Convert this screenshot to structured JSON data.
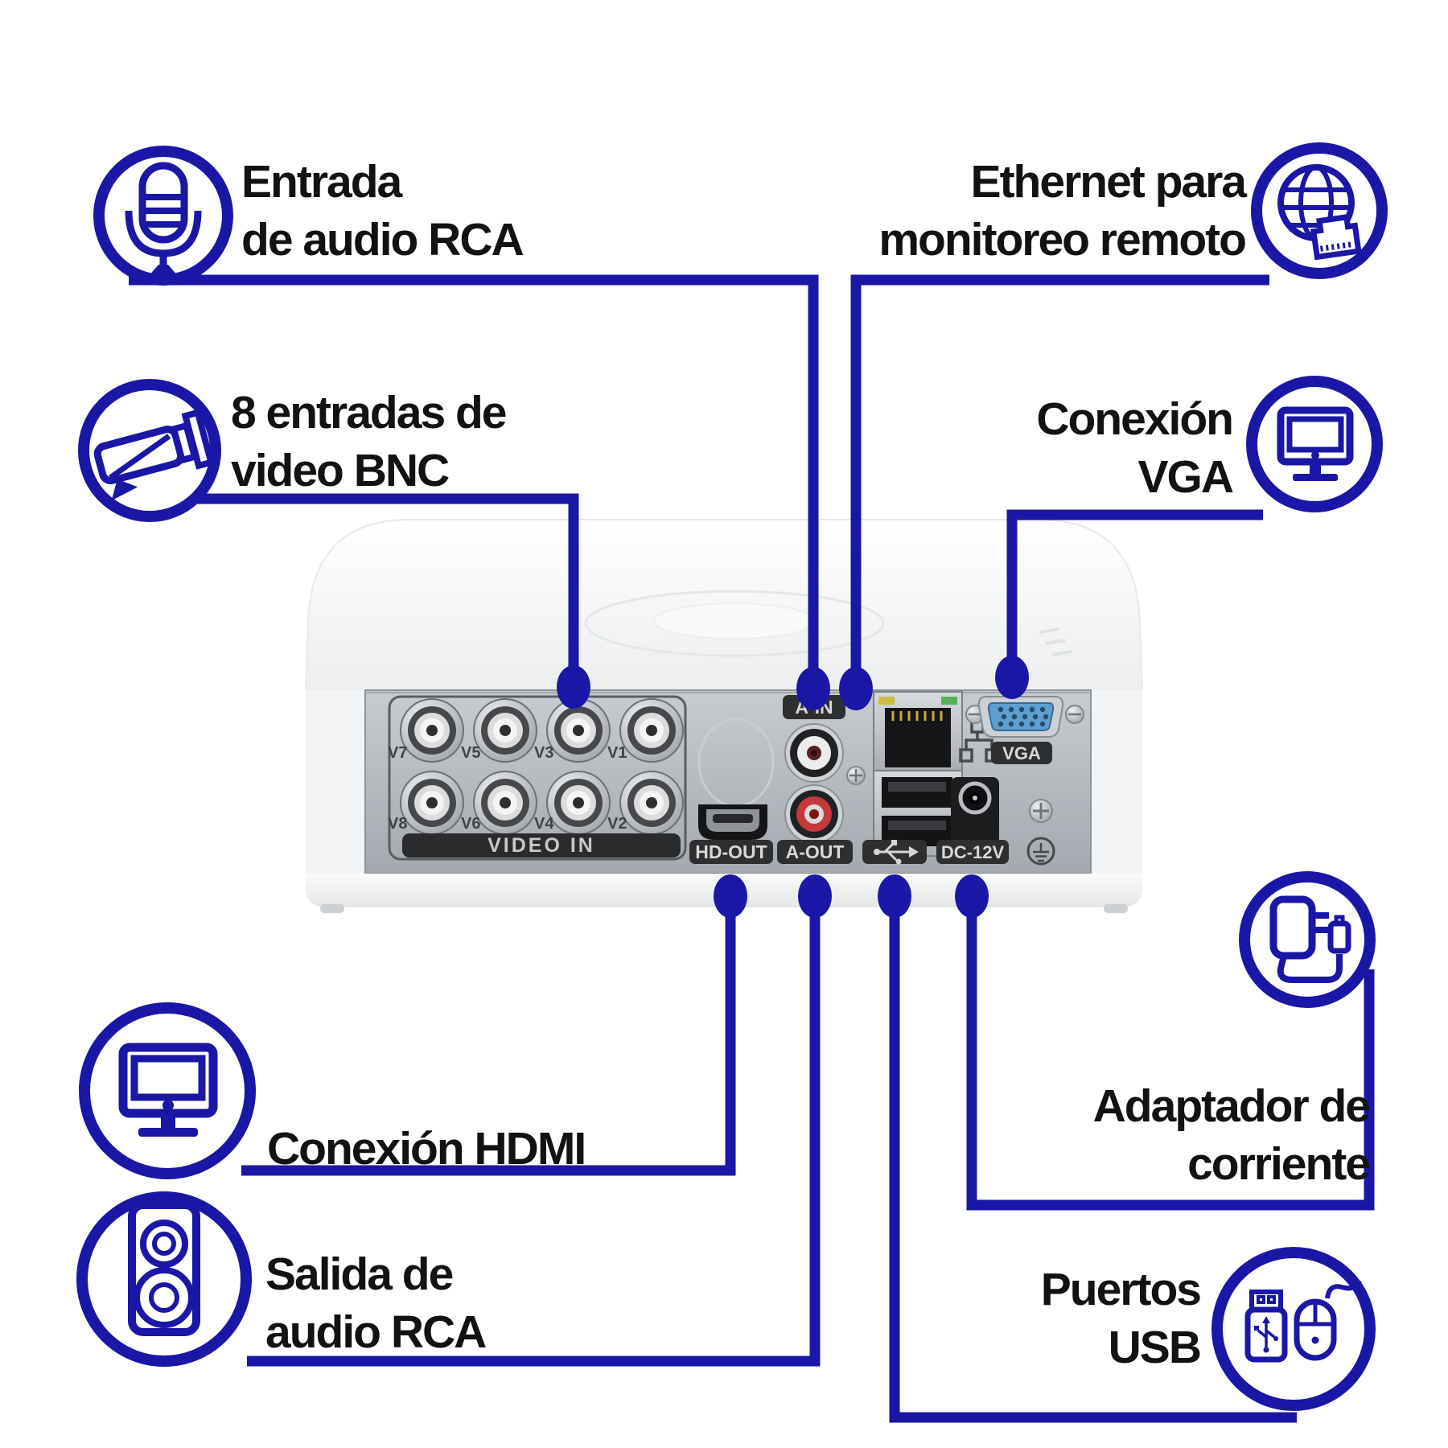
{
  "colors": {
    "accent": "#1b17a6",
    "text": "#121212",
    "panel_label_bg": "#2e2f31",
    "panel_label_text": "#d8d8d8"
  },
  "callouts": {
    "audio_in": {
      "line1": "Entrada",
      "line2": "de audio RCA",
      "icon": "microphone"
    },
    "ethernet": {
      "line1": "Ethernet para",
      "line2": "monitoreo remoto",
      "icon": "globe-network"
    },
    "video_bnc": {
      "line1": "8 entradas de",
      "line2": "video BNC",
      "icon": "cctv-camera"
    },
    "vga": {
      "line1": "Conexión",
      "line2": "VGA",
      "icon": "monitor"
    },
    "hdmi": {
      "line1": "Conexión HDMI",
      "icon": "monitor"
    },
    "power": {
      "line1": "Adaptador de",
      "line2": "corriente",
      "icon": "power-adapter"
    },
    "audio_out": {
      "line1": "Salida de",
      "line2": "audio RCA",
      "icon": "speaker"
    },
    "usb": {
      "line1": "Puertos",
      "line2": "USB",
      "icon": "usb-and-mouse"
    }
  },
  "device": {
    "ports": {
      "a_in": "A-IN",
      "hd_out": "HD-OUT",
      "a_out": "A-OUT",
      "dc": "DC-12V",
      "vga": "VGA",
      "video_in": "VIDEO IN",
      "bnc_top": [
        "V7",
        "V5",
        "V3",
        "V1"
      ],
      "bnc_bottom": [
        "V8",
        "V6",
        "V4",
        "V2"
      ]
    }
  }
}
